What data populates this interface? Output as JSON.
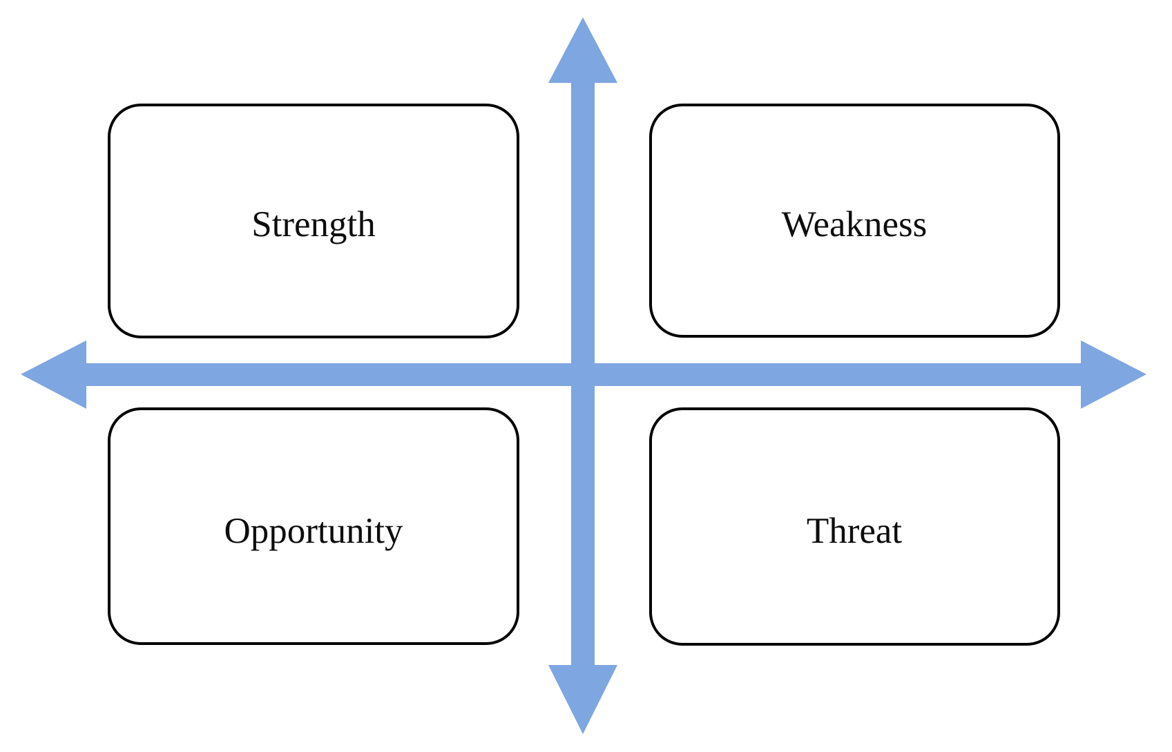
{
  "quadrants": [
    {
      "label": "Strength"
    },
    {
      "label": "Weakness"
    },
    {
      "label": "Opportunity"
    },
    {
      "label": "Threat"
    }
  ],
  "icons": {
    "vertical_axis": "double-headed-arrow-vertical-icon",
    "horizontal_axis": "double-headed-arrow-horizontal-icon"
  },
  "colors": {
    "arrow": "#7EA6E0",
    "box_border": "#000000",
    "label_text": "#0D0D0D",
    "background": "#FFFFFF"
  }
}
